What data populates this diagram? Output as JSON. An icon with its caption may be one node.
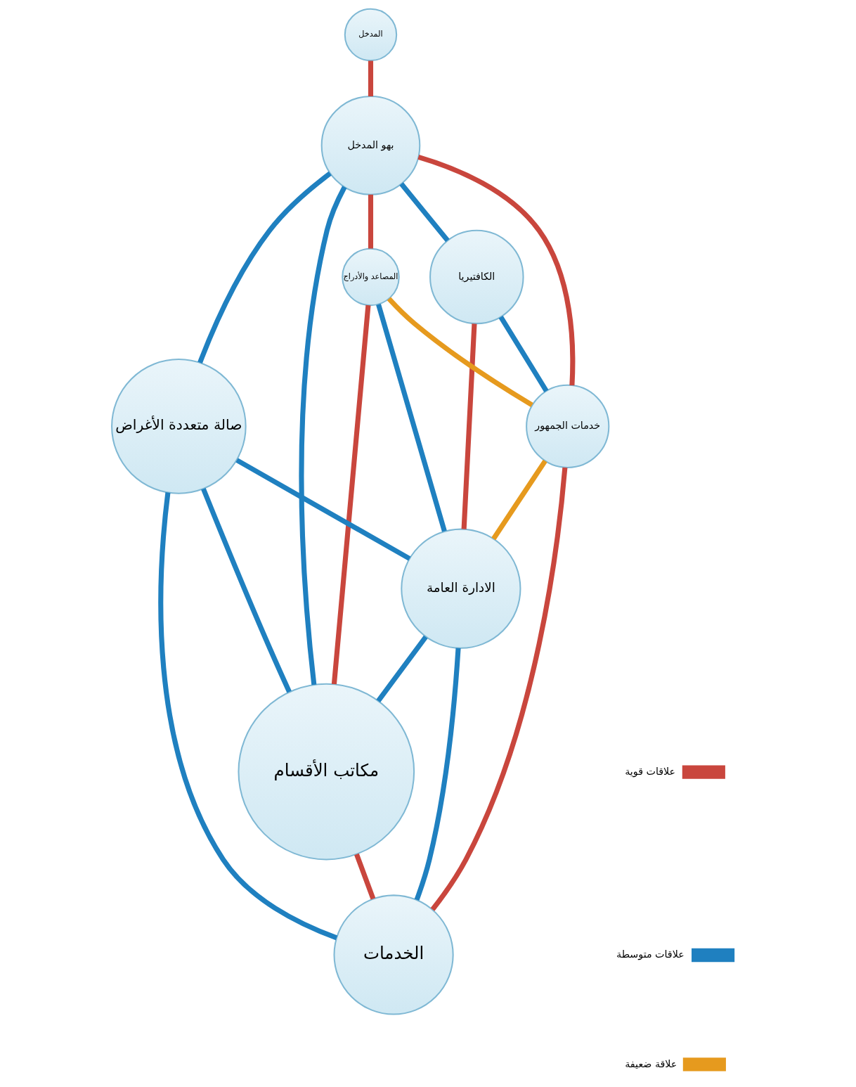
{
  "diagram": {
    "nodes": [
      {
        "text": [
          "المدخل"
        ]
      },
      {
        "text": [
          "بهو المدخل"
        ]
      },
      {
        "text": [
          "الكافتيريا"
        ]
      },
      {
        "text": [
          "المصاعد والأدراج"
        ]
      },
      {
        "text": [
          "صالة متعددة الأغراض"
        ]
      },
      {
        "text": [
          "مكاتب الأقسام"
        ]
      },
      {
        "text": [
          "خدمات الجمهور"
        ]
      },
      {
        "text": [
          "الادارة العامة"
        ]
      },
      {
        "text": [
          "الخدمات"
        ]
      }
    ],
    "edges": [
      {
        "from": 0,
        "to": 1,
        "arrow": "none",
        "color": "#c9463d"
      },
      {
        "from": 1,
        "to": 2,
        "arrow": "none"
      },
      {
        "from": 1,
        "to": 6,
        "arrow": "none",
        "color": "#c9463d"
      },
      {
        "from": 1,
        "to": 3,
        "arrow": "none",
        "color": "#c9463d"
      },
      {
        "from": 1,
        "to": 4,
        "arrow": "none"
      },
      {
        "from": 1,
        "to": 5,
        "arrow": "none"
      },
      {
        "from": 2,
        "to": 6,
        "arrow": "none"
      },
      {
        "from": 2,
        "to": 7,
        "arrow": "none",
        "color": "#c9463d"
      },
      {
        "from": 3,
        "to": 6,
        "arrow": "none",
        "color": "#e69a1e"
      },
      {
        "from": 3,
        "to": 7,
        "arrow": "none"
      },
      {
        "from": 3,
        "to": 5,
        "arrow": "none",
        "color": "#c9463d"
      },
      {
        "from": 4,
        "to": 7,
        "arrow": "none"
      },
      {
        "from": 4,
        "to": 8,
        "arrow": "none"
      },
      {
        "from": 4,
        "to": 5,
        "arrow": "none"
      },
      {
        "from": 6,
        "to": 7,
        "arrow": "none",
        "color": "#e69a1e"
      },
      {
        "from": 6,
        "to": 8,
        "arrow": "none",
        "color": "#c9463d"
      },
      {
        "from": 7,
        "to": 5,
        "arrow": "none"
      },
      {
        "from": 7,
        "to": 8,
        "arrow": "none"
      },
      {
        "from": 5,
        "to": 8,
        "arrow": "none",
        "color": "#c9463d"
      }
    ],
    "legend": [
      {
        "text": "علاقات قوية",
        "color": "#c9463d"
      },
      {
        "text": "علاقات متوسطة",
        "color": "#1f80c0"
      },
      {
        "text": "علاقة ضعيفة",
        "color": "#e69a1e"
      }
    ]
  }
}
